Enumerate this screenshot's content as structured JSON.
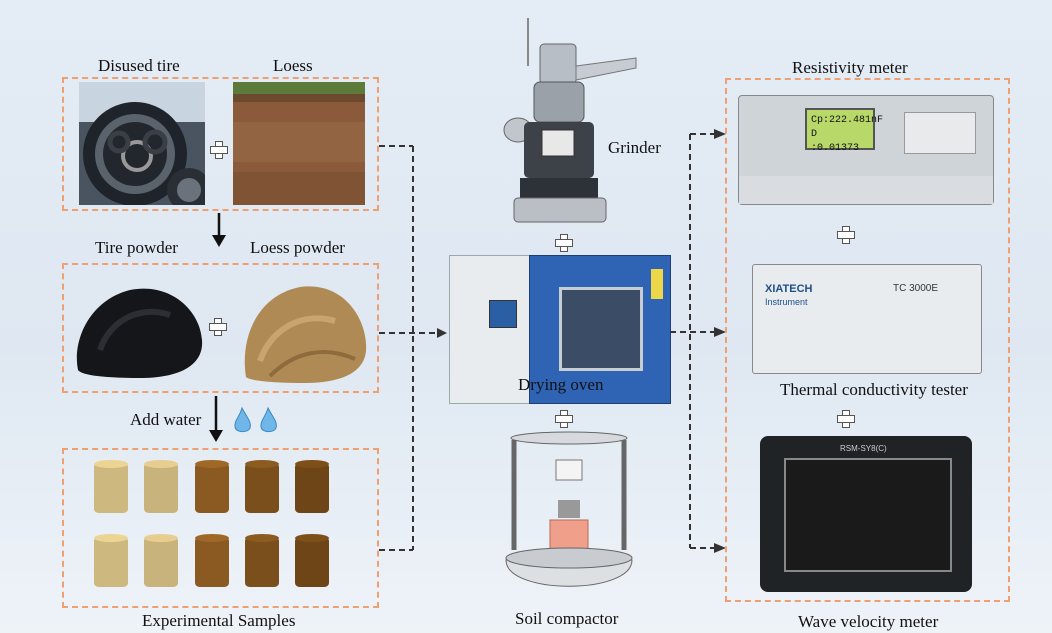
{
  "labels": {
    "disused_tire": "Disused tire",
    "loess": "Loess",
    "tire_powder": "Tire powder",
    "loess_powder": "Loess powder",
    "add_water": "Add  water",
    "experimental_samples": "Experimental Samples",
    "grinder": "Grinder",
    "drying_oven": "Drying oven",
    "soil_compactor": "Soil compactor",
    "resistivity_meter": "Resistivity meter",
    "thermal_tester": "Thermal conductivity tester",
    "wave_meter": "Wave velocity meter"
  },
  "devices": {
    "lcr_display_line1": "Cp:222.481nF",
    "lcr_display_line2": "D :0.01373",
    "thermal_brand": "XIATECH",
    "thermal_brand_sub": "Instrument",
    "thermal_model": "TC 3000E",
    "wave_brand": "RSM-SY8(C)"
  },
  "colors": {
    "dashed_border": "#f0a070",
    "light_sample": "#c9b37d",
    "dark_sample": "#7a4f1c",
    "oven_blue": "#2f64b5"
  }
}
